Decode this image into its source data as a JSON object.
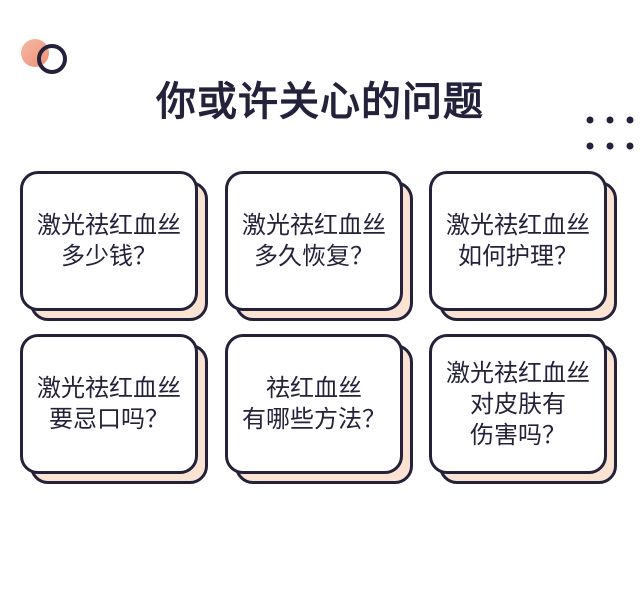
{
  "header": {
    "title": "你或许关心的问题"
  },
  "colors": {
    "ink": "#24223a",
    "card_shadow_fill": "#fbe3d3",
    "accent_peach": "#f2a58c"
  },
  "cards": [
    {
      "lines": [
        "激光祛红血丝",
        "多少钱？"
      ]
    },
    {
      "lines": [
        "激光祛红血丝",
        "多久恢复？"
      ]
    },
    {
      "lines": [
        "激光祛红血丝",
        "如何护理？"
      ]
    },
    {
      "lines": [
        "激光祛红血丝",
        "要忌口吗？"
      ]
    },
    {
      "lines": [
        "祛红血丝",
        "有哪些方法？"
      ]
    },
    {
      "lines": [
        "激光祛红血丝",
        "对皮肤有",
        "伤害吗？"
      ]
    }
  ]
}
